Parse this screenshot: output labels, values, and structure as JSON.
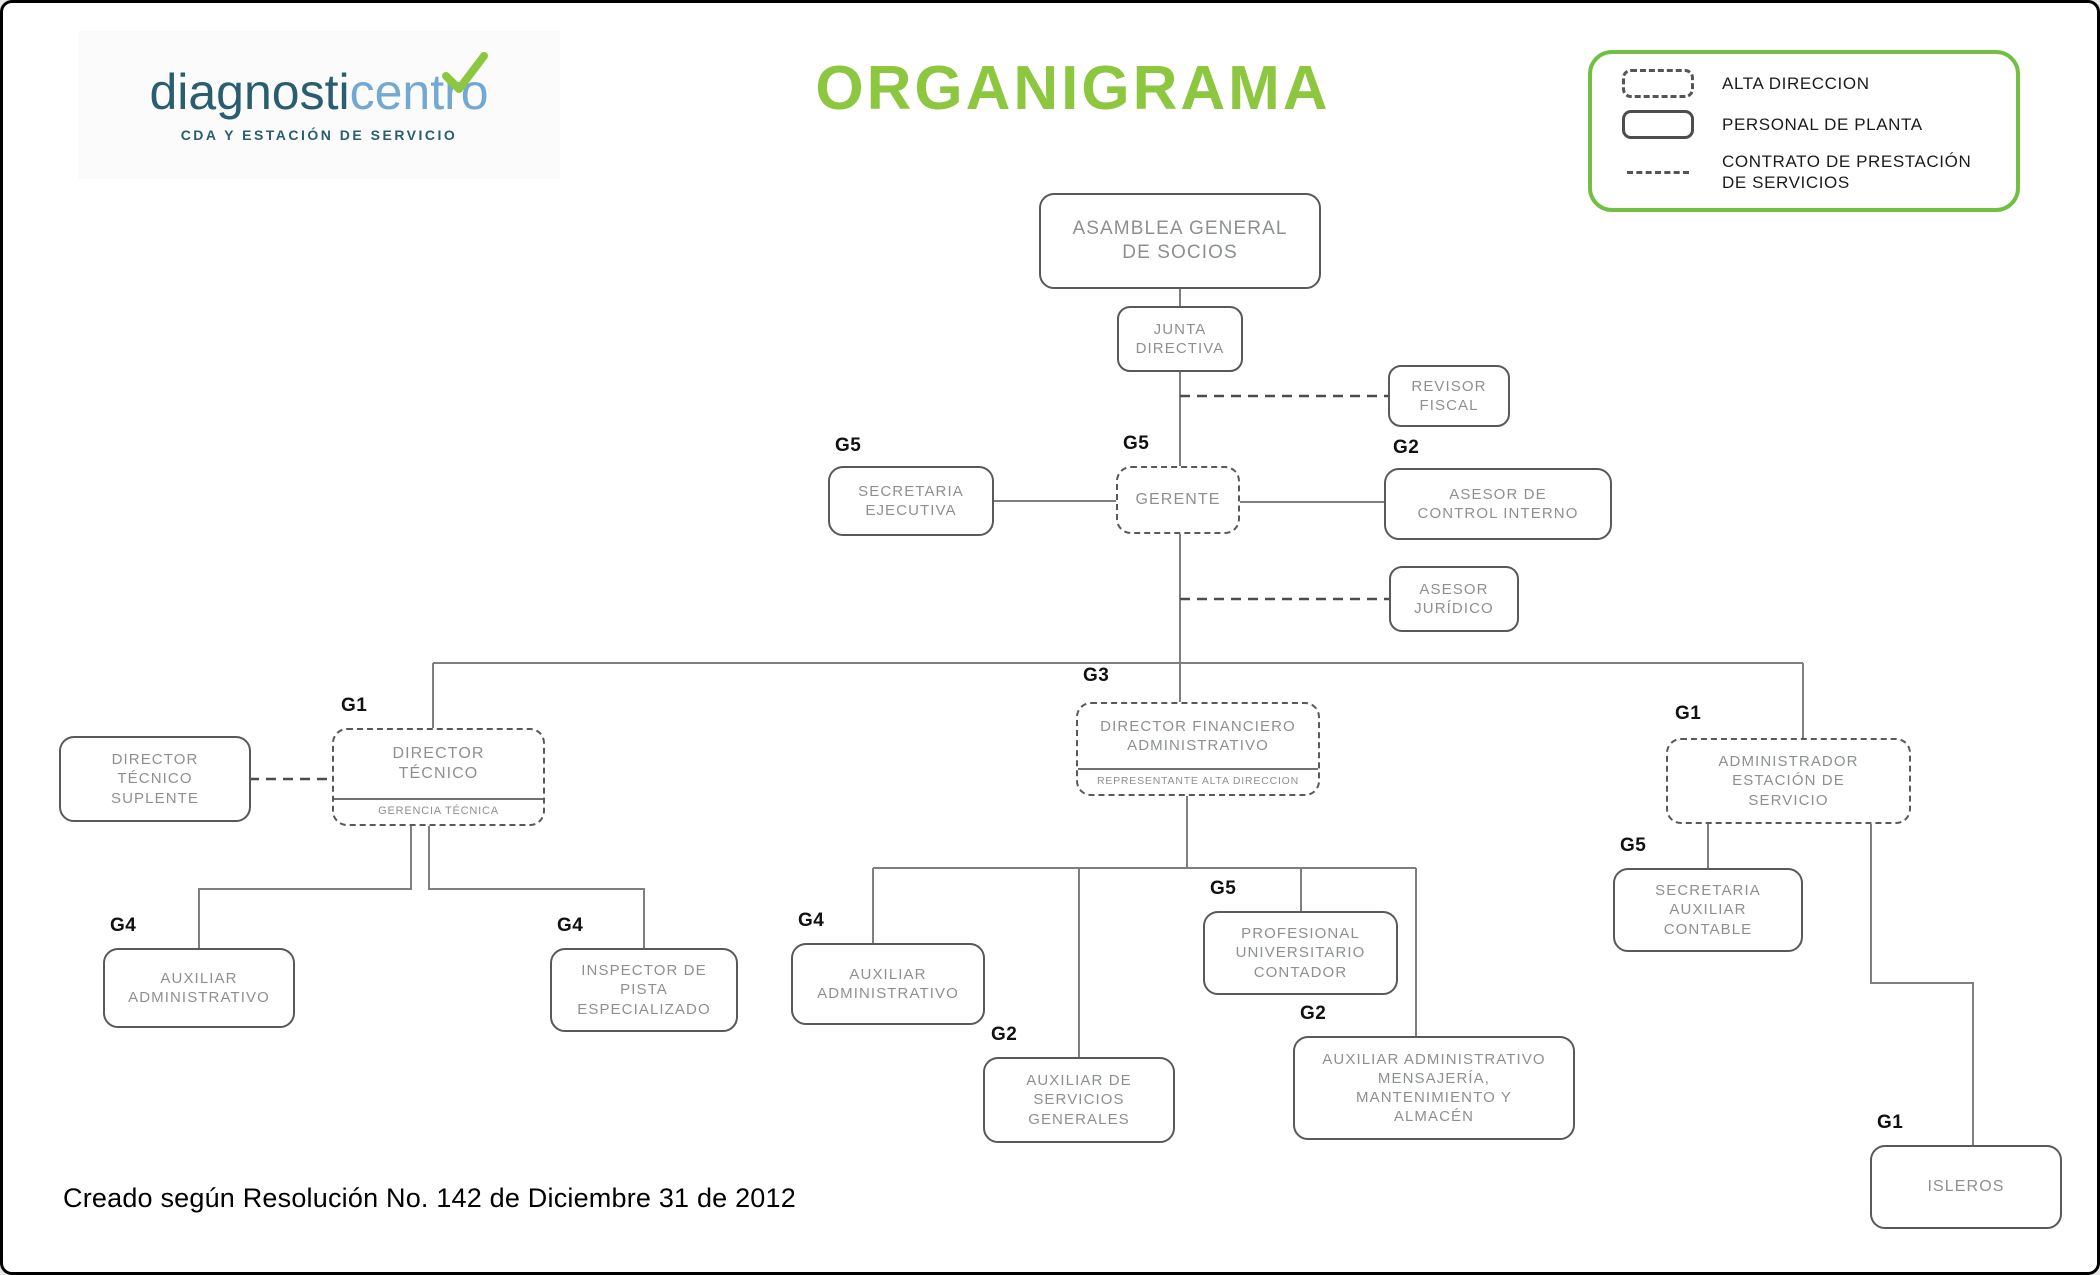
{
  "header": {
    "title": "ORGANIGRAMA"
  },
  "logo": {
    "text_dark": "diagnosti",
    "text_light": "centro",
    "tagline": "CDA Y ESTACIÓN DE SERVICIO"
  },
  "legend": {
    "items": [
      {
        "key": "alta-direccion",
        "swatch": "dashed-box",
        "label": "ALTA DIRECCION"
      },
      {
        "key": "personal-de-planta",
        "swatch": "solid-box",
        "label": "PERSONAL DE PLANTA"
      },
      {
        "key": "contrato-prestacion-servicios",
        "swatch": "dashed-line",
        "label": "CONTRATO DE PRESTACIÓN\nDE SERVICIOS"
      }
    ]
  },
  "footer": {
    "note": "Creado según Resolución No. 142 de Diciembre 31 de 2012"
  },
  "colors": {
    "accent_green": "#8dc63f",
    "legend_green": "#72c043",
    "box_border": "#58595b",
    "box_text": "#8d9092",
    "connector_solid": "#7f7f7f",
    "connector_dashed": "#4c4c4c",
    "logo_dark": "#2a5d6e",
    "logo_light": "#73a9d1"
  },
  "chart": {
    "nodes": {
      "asamblea": {
        "label": "ASAMBLEA GENERAL\nDE SOCIOS",
        "type": "personal_planta"
      },
      "junta": {
        "label": "JUNTA\nDIRECTIVA",
        "type": "personal_planta"
      },
      "revisor": {
        "label": "REVISOR\nFISCAL",
        "type": "personal_planta"
      },
      "secretaria_ejecutiva": {
        "label": "SECRETARIA\nEJECUTIVA",
        "grade": "G5",
        "type": "personal_planta"
      },
      "gerente": {
        "label": "GERENTE",
        "grade": "G5",
        "type": "alta_direccion"
      },
      "asesor_control": {
        "label": "ASESOR DE\nCONTROL INTERNO",
        "grade": "G2",
        "type": "personal_planta"
      },
      "asesor_juridico": {
        "label": "ASESOR\nJURÍDICO",
        "type": "personal_planta"
      },
      "dir_tecnico_suplente": {
        "label": "DIRECTOR\nTÉCNICO\nSUPLENTE",
        "type": "personal_planta"
      },
      "dir_tecnico": {
        "label": "DIRECTOR\nTÉCNICO",
        "sublabel": "GERENCIA TÉCNICA",
        "grade": "G1",
        "type": "alta_direccion"
      },
      "dir_financiero": {
        "label": "DIRECTOR FINANCIERO\nADMINISTRATIVO",
        "sublabel": "REPRESENTANTE ALTA DIRECCION",
        "grade": "G3",
        "type": "alta_direccion"
      },
      "administrador": {
        "label": "ADMINISTRADOR\nESTACIÓN DE\nSERVICIO",
        "grade": "G1",
        "type": "alta_direccion"
      },
      "aux_admin_ct": {
        "label": "AUXILIAR\nADMINISTRATIVO",
        "grade": "G4",
        "type": "personal_planta"
      },
      "inspector": {
        "label": "INSPECTOR DE\nPISTA\nESPECIALIZADO",
        "grade": "G4",
        "type": "personal_planta"
      },
      "aux_admin_cf": {
        "label": "AUXILIAR\nADMINISTRATIVO",
        "grade": "G4",
        "type": "personal_planta"
      },
      "aux_servicios": {
        "label": "AUXILIAR DE\nSERVICIOS\nGENERALES",
        "grade": "G2",
        "type": "personal_planta"
      },
      "profesional": {
        "label": "PROFESIONAL\nUNIVERSITARIO\nCONTADOR",
        "grade": "G5",
        "type": "personal_planta"
      },
      "aux_mensajeria": {
        "label": "AUXILIAR ADMINISTRATIVO\nMENSAJERÍA,\nMANTENIMIENTO Y\nALMACÉN",
        "grade": "G2",
        "type": "personal_planta"
      },
      "secretaria_aux": {
        "label": "SECRETARIA\nAUXILIAR\nCONTABLE",
        "grade": "G5",
        "type": "personal_planta"
      },
      "isleros": {
        "label": "ISLEROS",
        "grade": "G1",
        "type": "personal_planta"
      }
    },
    "edges": [
      {
        "from": "asamblea",
        "to": "junta",
        "style": "solid"
      },
      {
        "from": "junta",
        "to": "gerente",
        "style": "solid"
      },
      {
        "from": "junta",
        "to": "revisor",
        "style": "dashed"
      },
      {
        "from": "gerente",
        "to": "secretaria_ejecutiva",
        "style": "solid"
      },
      {
        "from": "gerente",
        "to": "asesor_control",
        "style": "solid"
      },
      {
        "from": "gerente",
        "to": "asesor_juridico",
        "style": "dashed"
      },
      {
        "from": "gerente",
        "to": "dir_tecnico",
        "style": "solid"
      },
      {
        "from": "gerente",
        "to": "dir_financiero",
        "style": "solid"
      },
      {
        "from": "gerente",
        "to": "administrador",
        "style": "solid"
      },
      {
        "from": "dir_tecnico",
        "to": "dir_tecnico_suplente",
        "style": "dashed"
      },
      {
        "from": "dir_tecnico",
        "to": "aux_admin_ct",
        "style": "solid"
      },
      {
        "from": "dir_tecnico",
        "to": "inspector",
        "style": "solid"
      },
      {
        "from": "dir_financiero",
        "to": "aux_admin_cf",
        "style": "solid"
      },
      {
        "from": "dir_financiero",
        "to": "aux_servicios",
        "style": "solid"
      },
      {
        "from": "dir_financiero",
        "to": "profesional",
        "style": "solid"
      },
      {
        "from": "dir_financiero",
        "to": "aux_mensajeria",
        "style": "solid"
      },
      {
        "from": "administrador",
        "to": "secretaria_aux",
        "style": "solid"
      },
      {
        "from": "administrador",
        "to": "isleros",
        "style": "solid"
      }
    ]
  }
}
